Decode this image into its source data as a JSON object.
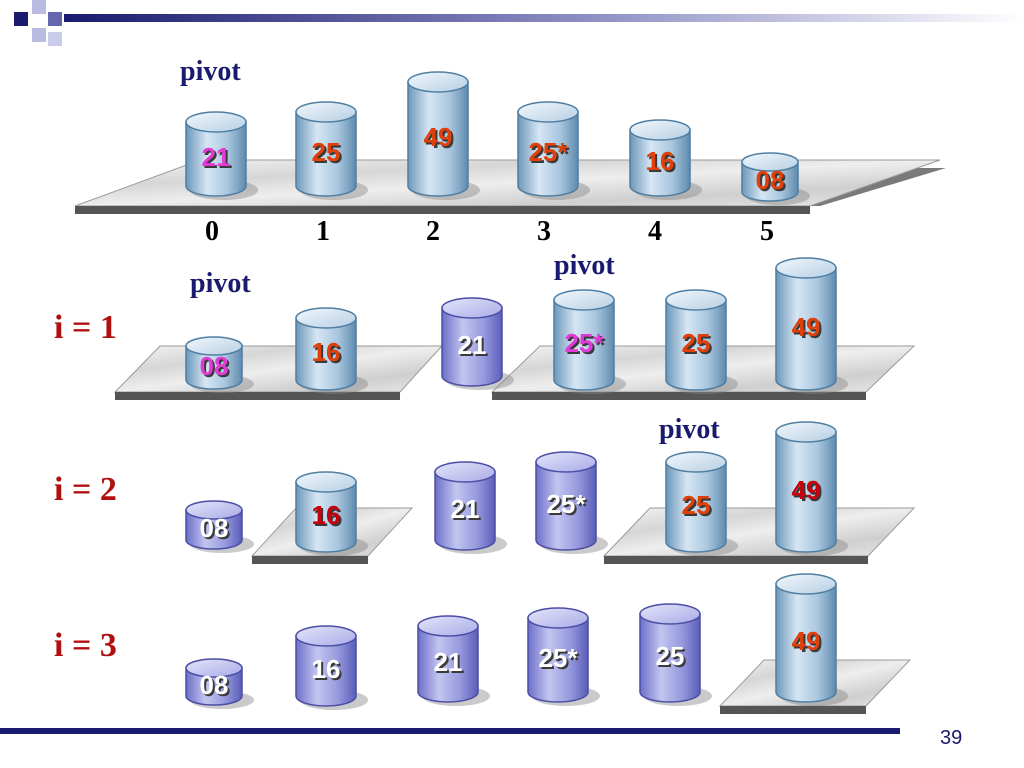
{
  "colors": {
    "cyl_light_top": "#dbe9f6",
    "cyl_light_mid": "#8fb3cf",
    "cyl_light_edge": "#4f7ea3",
    "cyl_dark_top": "#c6c8ef",
    "cyl_dark_mid": "#8c8fd8",
    "cyl_dark_edge": "#4b4ea5",
    "label_red": "#e0400a",
    "label_magenta": "#e23ad6",
    "label_darkred": "#c8000e",
    "label_white": "#ffffff",
    "pivot_text": "#1a1a6e",
    "iteration_text": "#b01010",
    "footer_bar": "#1a1a6e"
  },
  "page_number": "39",
  "indices": [
    "0",
    "1",
    "2",
    "3",
    "4",
    "5"
  ],
  "rows": [
    {
      "iteration": "",
      "pivot_labels": [
        "pivot"
      ],
      "cylinders": [
        {
          "value": "21",
          "style": "light",
          "label_color": "magenta"
        },
        {
          "value": "25",
          "style": "light",
          "label_color": "red"
        },
        {
          "value": "49",
          "style": "light",
          "label_color": "red"
        },
        {
          "value": "25*",
          "style": "light",
          "label_color": "red"
        },
        {
          "value": "16",
          "style": "light",
          "label_color": "red"
        },
        {
          "value": "08",
          "style": "light",
          "label_color": "red"
        }
      ]
    },
    {
      "iteration": "i = 1",
      "pivot_labels": [
        "pivot",
        "pivot"
      ],
      "cylinders": [
        {
          "value": "08",
          "style": "light",
          "label_color": "magenta"
        },
        {
          "value": "16",
          "style": "light",
          "label_color": "red"
        },
        {
          "value": "21",
          "style": "dark",
          "label_color": "white"
        },
        {
          "value": "25*",
          "style": "light",
          "label_color": "magenta"
        },
        {
          "value": "25",
          "style": "light",
          "label_color": "red"
        },
        {
          "value": "49",
          "style": "light",
          "label_color": "red"
        }
      ]
    },
    {
      "iteration": "i = 2",
      "pivot_labels": [
        "pivot"
      ],
      "cylinders": [
        {
          "value": "08",
          "style": "dark",
          "label_color": "white"
        },
        {
          "value": "16",
          "style": "light",
          "label_color": "darkred"
        },
        {
          "value": "21",
          "style": "dark",
          "label_color": "white"
        },
        {
          "value": "25*",
          "style": "dark",
          "label_color": "white"
        },
        {
          "value": "25",
          "style": "light",
          "label_color": "red"
        },
        {
          "value": "49",
          "style": "light",
          "label_color": "darkred"
        }
      ]
    },
    {
      "iteration": "i = 3",
      "pivot_labels": [],
      "cylinders": [
        {
          "value": "08",
          "style": "dark",
          "label_color": "white"
        },
        {
          "value": "16",
          "style": "dark",
          "label_color": "white"
        },
        {
          "value": "21",
          "style": "dark",
          "label_color": "white"
        },
        {
          "value": "25*",
          "style": "dark",
          "label_color": "white"
        },
        {
          "value": "25",
          "style": "dark",
          "label_color": "white"
        },
        {
          "value": "49",
          "style": "light",
          "label_color": "red"
        }
      ]
    }
  ]
}
